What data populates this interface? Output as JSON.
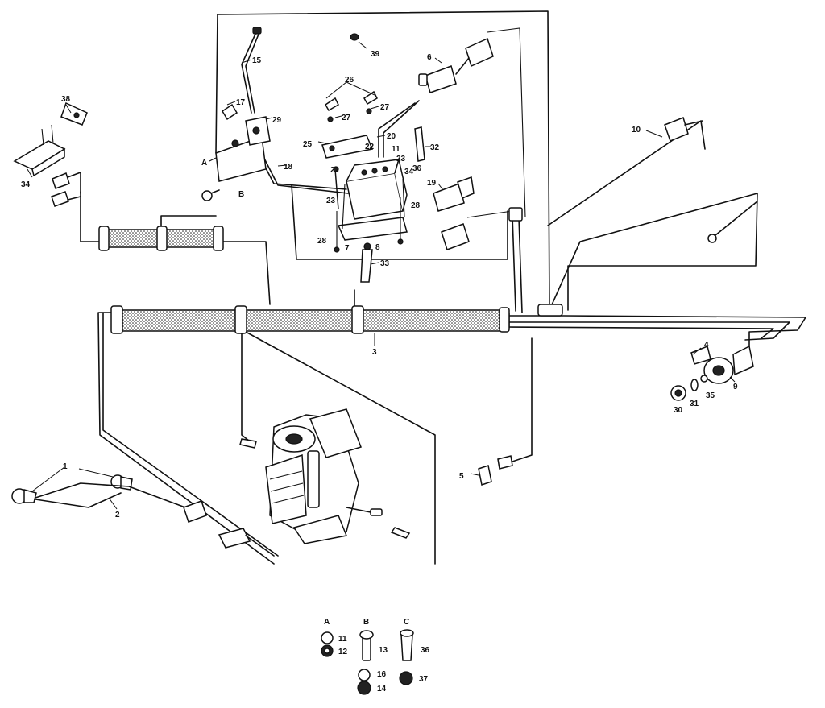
{
  "labels": {
    "l1": "1",
    "l2": "2",
    "l3": "3",
    "l4": "4",
    "l5": "5",
    "l6": "6",
    "l7": "7",
    "l8": "8",
    "l9": "9",
    "l10": "10",
    "l11": "11",
    "l15": "15",
    "l17": "17",
    "l18": "18",
    "l19": "19",
    "l20": "20",
    "l22a": "22",
    "l22b": "22",
    "l23a": "23",
    "l23b": "23",
    "l25": "25",
    "l26": "26",
    "l27a": "27",
    "l27b": "27",
    "l28a": "28",
    "l28b": "28",
    "l29": "29",
    "l30": "30",
    "l31": "31",
    "l32": "32",
    "l33": "33",
    "l34a": "34",
    "l34b": "34",
    "l35": "35",
    "l36b": "36",
    "l38": "38",
    "l39": "39",
    "lA1": "A",
    "lB1": "B",
    "key_A": "A",
    "key_B": "B",
    "key_C": "C",
    "key_11": "11",
    "key_12": "12",
    "key_13": "13",
    "key_14": "14",
    "key_16": "16",
    "key_36": "36",
    "key_37": "37"
  }
}
